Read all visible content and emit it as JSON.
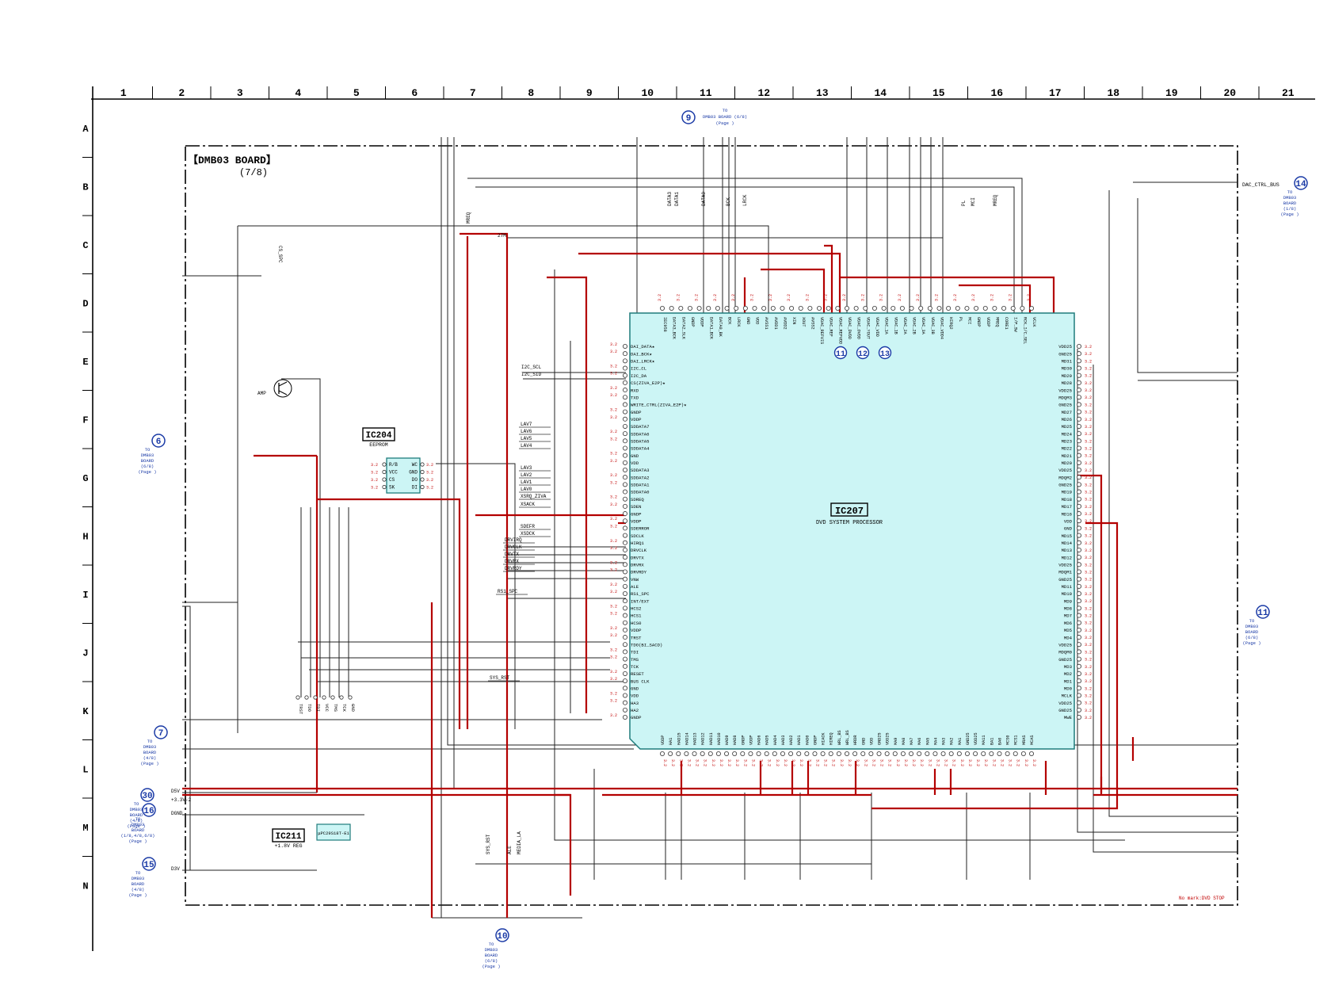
{
  "grid": {
    "columns": [
      "1",
      "2",
      "3",
      "4",
      "5",
      "6",
      "7",
      "8",
      "9",
      "10",
      "11",
      "12",
      "13",
      "14",
      "15",
      "16",
      "17",
      "18",
      "19",
      "20",
      "21"
    ],
    "rows": [
      "A",
      "B",
      "C",
      "D",
      "E",
      "F",
      "G",
      "H",
      "I",
      "J",
      "K",
      "L",
      "M",
      "N"
    ]
  },
  "board": {
    "title": "【DMB03 BOARD】",
    "sheet": "(7/8)"
  },
  "ic207": {
    "ref": "IC207",
    "desc": "DVD SYSTEM PROCESSOR",
    "left_pins": [
      "DAI_DATA★",
      "DAI_BCK★",
      "DAI_LRCK★",
      "I2C_CL",
      "I2C_DA",
      "CS(ZIVA_E2P)★",
      "RXD",
      "TXD",
      "WRITE_CTRL(ZIVA_E2P)★",
      "GNDP",
      "VDDP",
      "SDDATA7",
      "SDDATA6",
      "SDDATA5",
      "SDDATA4",
      "GND",
      "VDD",
      "SDDATA3",
      "SDDATA2",
      "SDDATA1",
      "SDDATA0",
      "SDREQ",
      "SDEN",
      "GNDP",
      "VDDP",
      "SDERROR",
      "SDCLK",
      "HIRQ1",
      "DRVCLK",
      "DRVTX",
      "DRVRX",
      "DRVRDY",
      "VNW",
      "ALE",
      "RS1_SPC",
      "INT/EXT",
      "HCS2",
      "HCS1",
      "HCS0",
      "VDDP",
      "TRST",
      "TDO(BI_SACD)",
      "TDI",
      "TMS",
      "TCK",
      "RESET",
      "BUS CLK",
      "GND",
      "VDD",
      "HA3",
      "HA2",
      "GNDP"
    ],
    "right_pins": [
      "VDD25",
      "GND25",
      "MD31",
      "MD30",
      "MD29",
      "MD28",
      "VDD25",
      "MDQM3",
      "GND25",
      "MD27",
      "MD26",
      "MD25",
      "MD24",
      "MD23",
      "MD22",
      "MD21",
      "MD20",
      "VDD25",
      "MDQM2",
      "GND25",
      "MD19",
      "MD18",
      "MD17",
      "MD16",
      "VDD",
      "GND",
      "MD15",
      "MD14",
      "MD13",
      "MD12",
      "VDD25",
      "MDQM1",
      "GND25",
      "MD11",
      "MD10",
      "MD9",
      "MD8",
      "MD7",
      "MD6",
      "MD5",
      "MD4",
      "VDD25",
      "MDQM0",
      "GND25",
      "MD3",
      "MD2",
      "MD1",
      "MD0",
      "MCLK",
      "VDD25",
      "GND25",
      "MWE"
    ],
    "top_pins": [
      "IEC958",
      "DATA3_BCK",
      "DATA2_SLK",
      "GNDP",
      "VDDP",
      "DATA1_BCK",
      "DATA0_BK",
      "BCK",
      "LRCK",
      "GND",
      "VDD",
      "AVSS1",
      "AVDD1",
      "AVDD2",
      "XIN",
      "XOUT",
      "AVSS2",
      "VDAC_REFVIS",
      "VDAC_REF",
      "VDAC_REFVDD",
      "VDAC_DVDD",
      "VDAC_OVDD",
      "VDAC_YOUT",
      "VDAC_VDD",
      "VDAC_1A",
      "VDAC_1B",
      "VDAC_2A",
      "VDAC_2B",
      "VDAC_3A",
      "VDAC_3B",
      "VDAC_VDD4",
      "HIRQ2",
      "PL",
      "MCI",
      "GNDP",
      "VDDP",
      "MREQ",
      "CORE1",
      "I/P_SW",
      "RCK_I/C_SEL",
      "VCLK"
    ],
    "bottom_pins": [
      "VDDP",
      "HA1",
      "HAD15",
      "HAD14",
      "HAD13",
      "HAD12",
      "HAD11",
      "HAD10",
      "HAD9",
      "HAD8",
      "GNDP",
      "VDDP",
      "HAD6",
      "HAD5",
      "HAD4",
      "HAD3",
      "HAD2",
      "HAD1",
      "HAD0",
      "GNDP",
      "HIACK",
      "HIREQ",
      "WRL_BS",
      "WRL_BS",
      "HRDR",
      "GND",
      "VDD",
      "GND25",
      "VDD25",
      "MA9",
      "MA8",
      "MA7",
      "MA6",
      "MA5",
      "MA4",
      "MA3",
      "MA2",
      "MA1",
      "GND25",
      "VDD25",
      "MA11",
      "BA1",
      "BA0",
      "MCS0",
      "MCS1",
      "MRAS",
      "MCAS"
    ],
    "markers": [
      "11",
      "12",
      "13"
    ]
  },
  "ic204": {
    "ref": "IC204",
    "desc": "EEPROM",
    "pins": [
      "R/B",
      "WC",
      "VCC",
      "GND",
      "CS",
      "DO",
      "SK",
      "DI"
    ]
  },
  "ic211": {
    "ref": "IC211",
    "desc": "+1.8V REG",
    "part": "μPC29S18T-E1"
  },
  "amp_label": "AMP",
  "left_signals": [
    "LAV7",
    "LAV6",
    "LAV5",
    "LAV4",
    "LAV3",
    "LAV2",
    "LAV1",
    "LAV0",
    "XSRQ_ZIVA",
    "XSACK",
    "SDEFR",
    "XSDCK",
    "DRVIRQ",
    "DRVCLK",
    "DRVTX",
    "DRVRX",
    "DRVRDY",
    "RS1_SPC",
    "SYS_RST"
  ],
  "i2c_signals": [
    "I2C_SCL",
    "I2C_SID"
  ],
  "top_signals": [
    "DATA3",
    "DATA1",
    "DATA0",
    "BCK",
    "LRCK",
    "PL",
    "MCI",
    "MREQ"
  ],
  "misc_signals": [
    "27M",
    "MREQ",
    "CS_SPC",
    "SYS_RST",
    "ALE",
    "MEDIA_LA"
  ],
  "test_points": [
    "TRST",
    "TDO",
    "TDI",
    "VCC",
    "TMS",
    "TCK",
    "GND"
  ],
  "connectors": [
    {
      "num": "9",
      "lines": [
        "TO",
        "DMB03 BOARD (6/8)",
        "(Page   )"
      ]
    },
    {
      "num": "14",
      "lines": [
        "TO",
        "DMB03",
        "BOARD",
        "(1/8)",
        "(Page   )"
      ]
    },
    {
      "num": "6",
      "lines": [
        "TO",
        "DMB03",
        "BOARD",
        "(6/8)",
        "(Page   )"
      ]
    },
    {
      "num": "7",
      "lines": [
        "TO",
        "DMB03",
        "BOARD",
        "(4/8)",
        "(Page   )"
      ]
    },
    {
      "num": "30",
      "lines": [
        "TO",
        "DMB03",
        "BOARD",
        "(4/8)",
        "(Page   )"
      ]
    },
    {
      "num": "16",
      "lines": [
        "TO",
        "DMB03",
        "BOARD",
        "(1/8,4/8,6/8)",
        "(Page   )"
      ]
    },
    {
      "num": "15",
      "lines": [
        "TO",
        "DMB03",
        "BOARD",
        "(4/8)",
        "(Page   )"
      ]
    },
    {
      "num": "11",
      "lines": [
        "TO",
        "DMB03",
        "BOARD",
        "(6/8)",
        "(Page   )"
      ]
    },
    {
      "num": "10",
      "lines": [
        "TO",
        "DMB03",
        "BOARD",
        "(6/8)",
        "(Page   )"
      ]
    }
  ],
  "power_labels": [
    "D5V",
    "+3.3V-2",
    "DGND",
    "D3V"
  ],
  "dac_label": "DAC_CTRL_BUS",
  "note": "No mark:DVD STOP",
  "colors": {
    "ic_fill": "#ccf5f5",
    "ic_stroke": "#1e7c7c",
    "wire_red": "#b40000",
    "wire": "#222222",
    "marker": "#1a3aa6",
    "volt": "#c00000"
  }
}
